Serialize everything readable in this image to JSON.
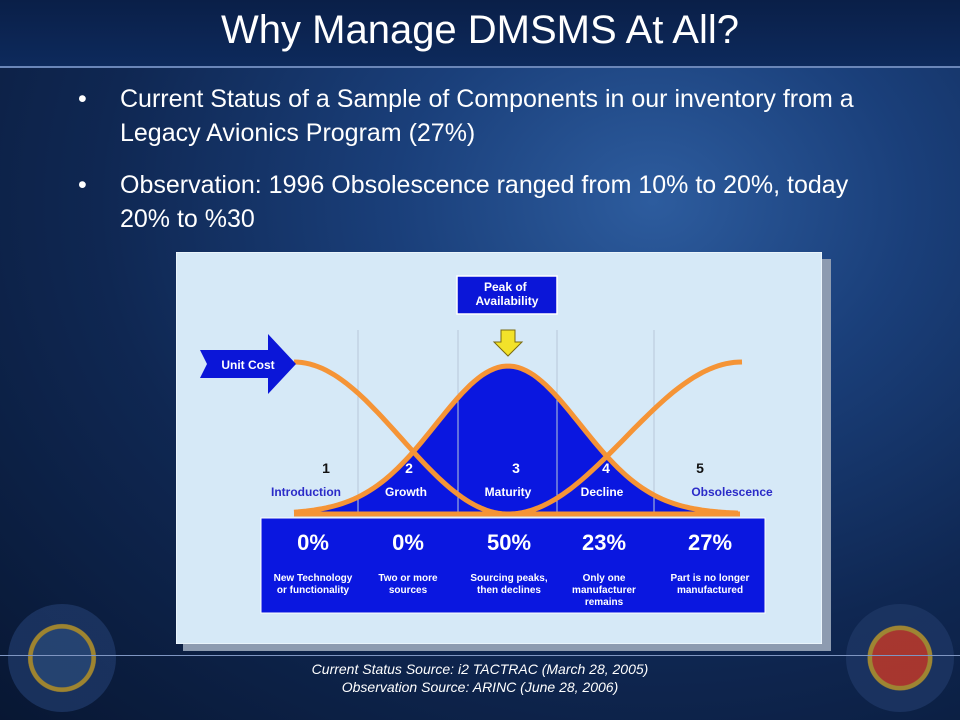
{
  "title": "Why Manage DMSMS At All?",
  "bullets": [
    "Current Status of a Sample of Components in our inventory from a Legacy Avionics Program (27%)",
    "Observation: 1996 Obsolescence ranged from 10% to 20%, today 20% to %30"
  ],
  "bullet_glyph": "•",
  "sources": [
    "Current  Status Source: i2 TACTRAC (March 28, 2005)",
    "Observation Source: ARINC (June 28, 2006)"
  ],
  "colors": {
    "panel_bg": "#d6e9f7",
    "blue_fill": "#0a17e0",
    "orange_curve": "#f59436",
    "phase_label": "#2b2bc8",
    "arrow": "#0b16d8",
    "peak_arrow": "#f2e22a"
  },
  "chart_data": {
    "type": "area",
    "peak_label": "Peak of Availability",
    "unit_cost_label": "Unit Cost",
    "phases": [
      {
        "number": "1",
        "name": "Introduction",
        "percent": "0%",
        "description": "New Technology or functionality"
      },
      {
        "number": "2",
        "name": "Growth",
        "percent": "0%",
        "description": "Two or more sources"
      },
      {
        "number": "3",
        "name": "Maturity",
        "percent": "50%",
        "description": "Sourcing peaks, then declines"
      },
      {
        "number": "4",
        "name": "Decline",
        "percent": "23%",
        "description": "Only one manufacturer remains"
      },
      {
        "number": "5",
        "name": "Obsolescence",
        "percent": "27%",
        "description": "Part is no longer manufactured"
      }
    ],
    "curves": [
      "availability",
      "unit cost"
    ]
  }
}
